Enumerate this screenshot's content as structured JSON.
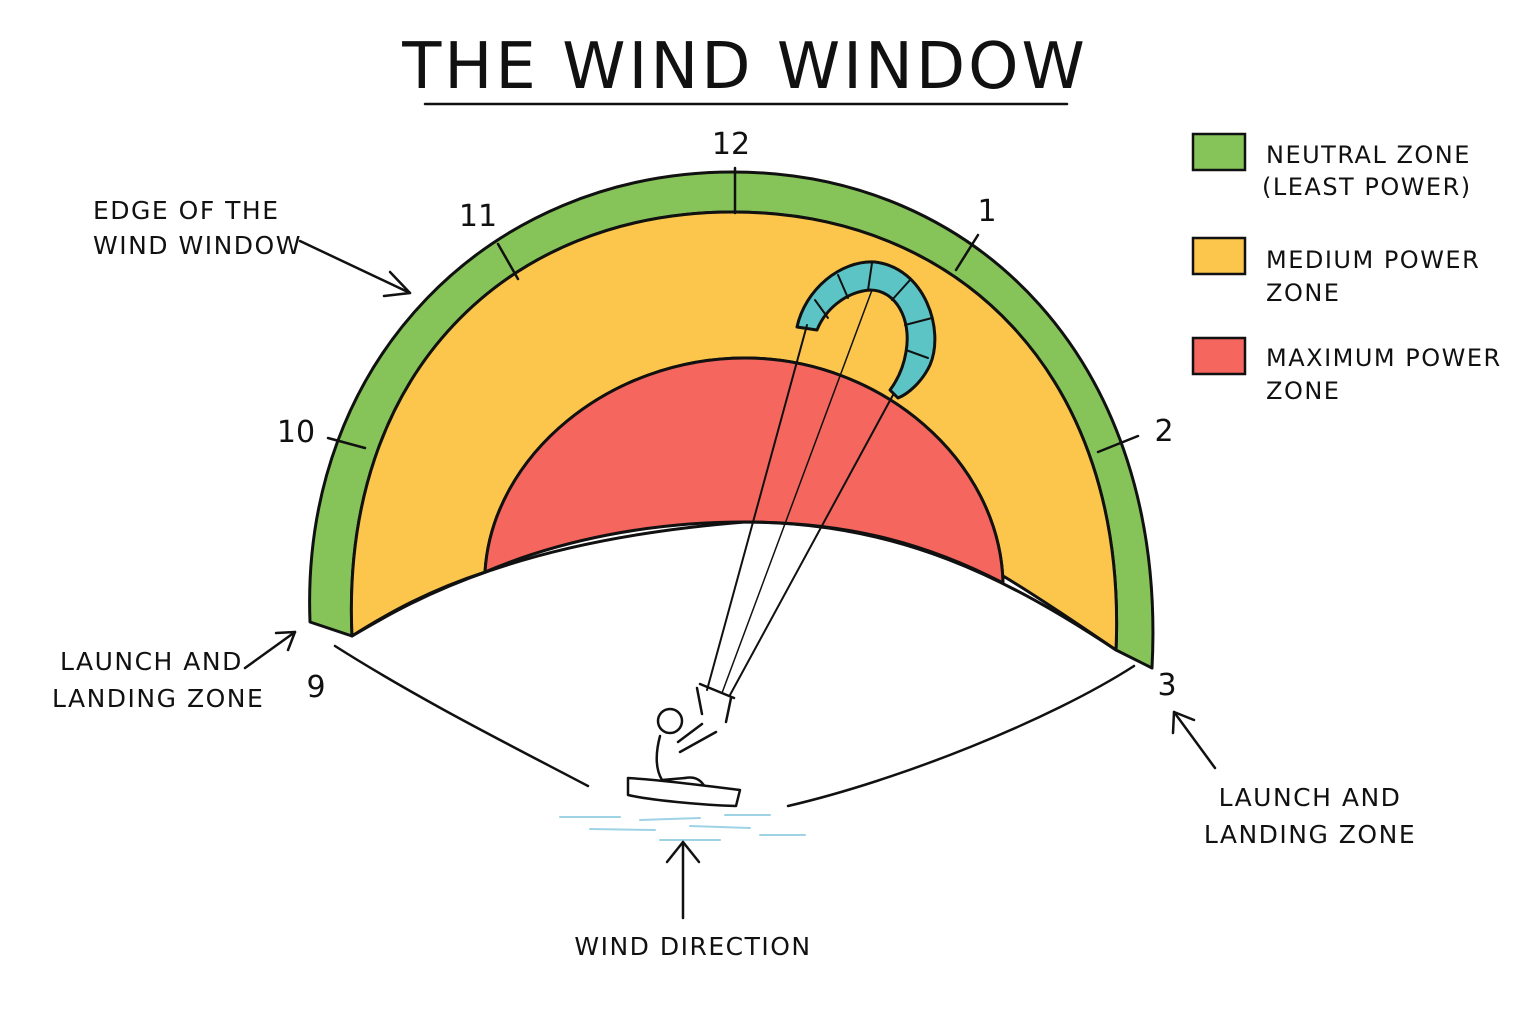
{
  "title": "THE WIND WINDOW",
  "colors": {
    "neutral": "#86C45A",
    "medium": "#FBC64B",
    "maximum": "#F4665E",
    "kite": "#5CC4C4",
    "water": "#9ED3E6",
    "ink": "#111111"
  },
  "clock_positions": [
    "12",
    "1",
    "2",
    "3",
    "9",
    "10",
    "11"
  ],
  "labels": {
    "edge": [
      "EDGE OF THE",
      "WIND WINDOW"
    ],
    "launch_left": [
      "LAUNCH AND",
      "LANDING ZONE"
    ],
    "launch_right": [
      "LAUNCH AND",
      "LANDING ZONE"
    ],
    "wind_direction": "WIND DIRECTION"
  },
  "legend": [
    {
      "lines": [
        "NEUTRAL ZONE",
        "(LEAST POWER)"
      ],
      "color": "#86C45A"
    },
    {
      "lines": [
        "MEDIUM POWER",
        "ZONE"
      ],
      "color": "#FBC64B"
    },
    {
      "lines": [
        "MAXIMUM POWER",
        "ZONE"
      ],
      "color": "#F4665E"
    }
  ],
  "icons": [
    "kite-icon",
    "kitesurfer-icon",
    "water-ripples-icon",
    "wind-arrow-icon"
  ]
}
